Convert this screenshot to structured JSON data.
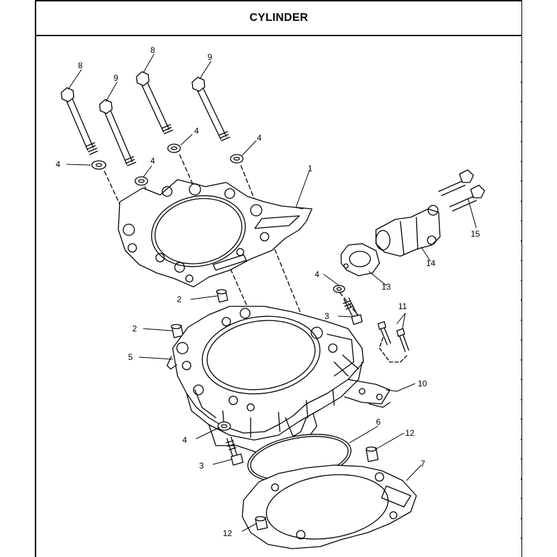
{
  "header": {
    "title": "CYLINDER"
  },
  "callouts": [
    {
      "id": "c8a",
      "label": "8"
    },
    {
      "id": "c8b",
      "label": "8"
    },
    {
      "id": "c9a",
      "label": "9"
    },
    {
      "id": "c9b",
      "label": "9"
    },
    {
      "id": "c4a",
      "label": "4"
    },
    {
      "id": "c4b",
      "label": "4"
    },
    {
      "id": "c4c",
      "label": "4"
    },
    {
      "id": "c4d",
      "label": "4"
    },
    {
      "id": "c1",
      "label": "1"
    },
    {
      "id": "c15",
      "label": "15"
    },
    {
      "id": "c14",
      "label": "14"
    },
    {
      "id": "c13",
      "label": "13"
    },
    {
      "id": "c4e",
      "label": "4"
    },
    {
      "id": "c2a",
      "label": "2"
    },
    {
      "id": "c3a",
      "label": "3"
    },
    {
      "id": "c11",
      "label": "11"
    },
    {
      "id": "c2b",
      "label": "2"
    },
    {
      "id": "c5",
      "label": "5"
    },
    {
      "id": "c10",
      "label": "10"
    },
    {
      "id": "c6",
      "label": "6"
    },
    {
      "id": "c4f",
      "label": "4"
    },
    {
      "id": "c12a",
      "label": "12"
    },
    {
      "id": "c3b",
      "label": "3"
    },
    {
      "id": "c7",
      "label": "7"
    },
    {
      "id": "c12b",
      "label": "12"
    }
  ]
}
